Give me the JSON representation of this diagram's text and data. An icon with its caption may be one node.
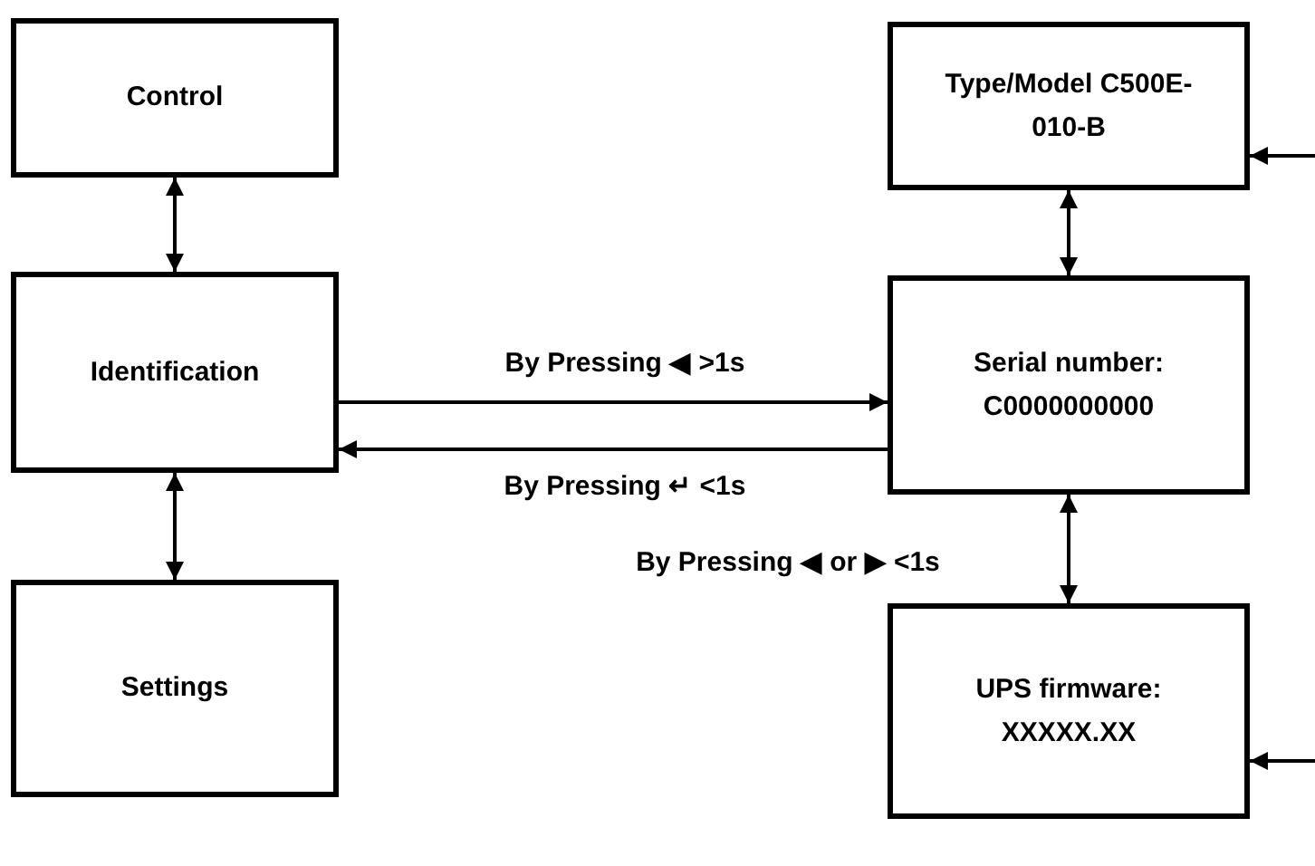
{
  "diagram": {
    "nodes": [
      {
        "text": [
          "Control"
        ]
      },
      {
        "text": [
          "Identification"
        ]
      },
      {
        "text": [
          "Settings"
        ]
      },
      {
        "text": [
          "Type/Model C500E-010-B"
        ]
      },
      {
        "text": [
          "Serial number: C0000000000"
        ]
      },
      {
        "text": [
          "UPS firmware: XXXXX.XX"
        ]
      }
    ],
    "edges": [
      {
        "from": 0,
        "to": 1,
        "arrow": "both"
      },
      {
        "from": 1,
        "to": 4,
        "arrow": "to",
        "label": "By Pressing ◀ >1s"
      },
      {
        "from": 4,
        "to": 1,
        "arrow": "to",
        "label": "By Pressing ↵ <1s"
      },
      {
        "from": 1,
        "to": 2,
        "arrow": "both"
      },
      {
        "from": 3,
        "to": 4,
        "arrow": "both"
      },
      {
        "from": 4,
        "to": 5,
        "arrow": "both",
        "label": "By Pressing ◀ or ▶ <1s"
      },
      {
        "from": null,
        "to": 3,
        "arrow": "to"
      },
      {
        "from": null,
        "to": 5,
        "arrow": "to"
      }
    ]
  }
}
